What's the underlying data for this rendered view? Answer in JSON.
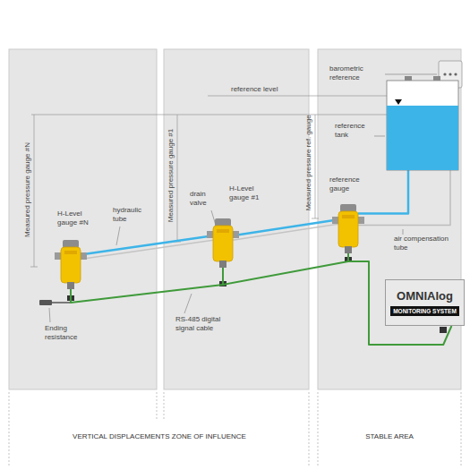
{
  "diagram": {
    "nodes": [
      {
        "text": [
          "barometric reference"
        ]
      },
      {
        "text": [
          "reference tank"
        ]
      },
      {
        "text": [
          "reference gauge"
        ]
      },
      {
        "text": [
          "H-Level gauge #N"
        ]
      },
      {
        "text": [
          "H-Level gauge #1"
        ]
      },
      {
        "text": [
          "OMNIAlog",
          "MONITORING SYSTEM"
        ]
      }
    ],
    "edges": [
      {
        "from": 3,
        "to": 4,
        "arrow": "none"
      },
      {
        "from": 4,
        "to": 2,
        "arrow": "none"
      },
      {
        "from": 2,
        "to": 1,
        "arrow": "none"
      },
      {
        "from": 2,
        "to": 0,
        "arrow": "none"
      },
      {
        "from": 3,
        "to": 4,
        "arrow": "none"
      },
      {
        "from": 4,
        "to": 2,
        "arrow": "none"
      },
      {
        "from": 2,
        "to": 5,
        "arrow": "none"
      }
    ],
    "labels": [
      "reference level",
      "Measured pressure gauge #N",
      "Measured pressure gauge #1",
      "Measured pressure ref. gauge",
      "drain valve",
      "hydraulic tube",
      "air compensation tube",
      "RS-485 digital signal cable",
      "Ending resistance",
      "VERTICAL DISPLACEMENTS ZONE OF INFLUENCE",
      "STABLE AREA"
    ]
  }
}
